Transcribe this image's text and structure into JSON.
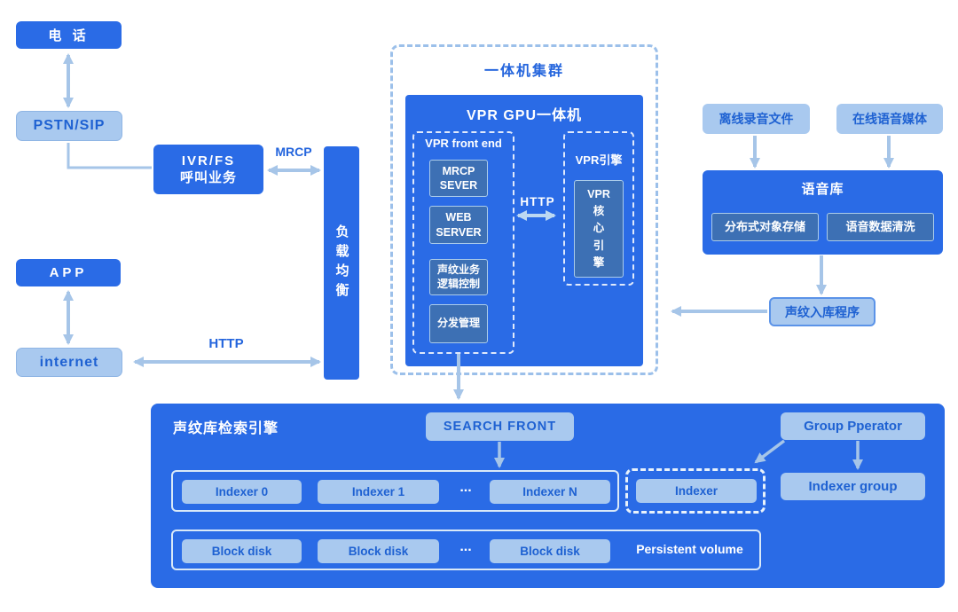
{
  "left": {
    "phone": "电 话",
    "pstn": "PSTN/SIP",
    "ivr_line1": "IVR/FS",
    "ivr_line2": "呼叫业务",
    "mrcp_label": "MRCP",
    "app": "APP",
    "internet": "internet",
    "http_label": "HTTP",
    "load_balancer": "负载均衡"
  },
  "cluster": {
    "title": "一体机集群",
    "gpu_title": "VPR GPU一体机",
    "front_end": {
      "title": "VPR front end",
      "mrcp_server_line1": "MRCP",
      "mrcp_server_line2": "SEVER",
      "web_server_line1": "WEB",
      "web_server_line2": "SERVER",
      "logic_line1": "声纹业务",
      "logic_line2": "逻辑控制",
      "dispatch": "分发管理"
    },
    "http_label": "HTTP",
    "engine": {
      "title": "VPR引擎",
      "core_lines": [
        "VPR",
        "核",
        "心",
        "引",
        "擎"
      ]
    }
  },
  "right": {
    "offline_audio": "离线录音文件",
    "online_media": "在线语音媒体",
    "voice_lib": {
      "title": "语音库",
      "storage": "分布式对象存储",
      "cleaning": "语音数据清洗"
    },
    "ingest": "声纹入库程序"
  },
  "search": {
    "title": "声纹库检索引擎",
    "search_front": "SEARCH FRONT",
    "group_operator": "Group Pperator",
    "indexers": [
      "Indexer 0",
      "Indexer 1",
      "Indexer N"
    ],
    "ellipsis": "...",
    "indexer_single": "Indexer",
    "indexer_group": "Indexer group",
    "block_disks": [
      "Block disk",
      "Block disk",
      "Block disk"
    ],
    "persistent_volume": "Persistent volume"
  },
  "colors": {
    "primary_blue": "#2a6be6",
    "light_blue": "#a9c9ef",
    "slate_blue": "#3d70b4",
    "text_blue": "#1e61d2",
    "arrow_blue": "#a6c5e8",
    "inner_arrow_blue": "#bcd8f2",
    "background": "#ffffff"
  }
}
